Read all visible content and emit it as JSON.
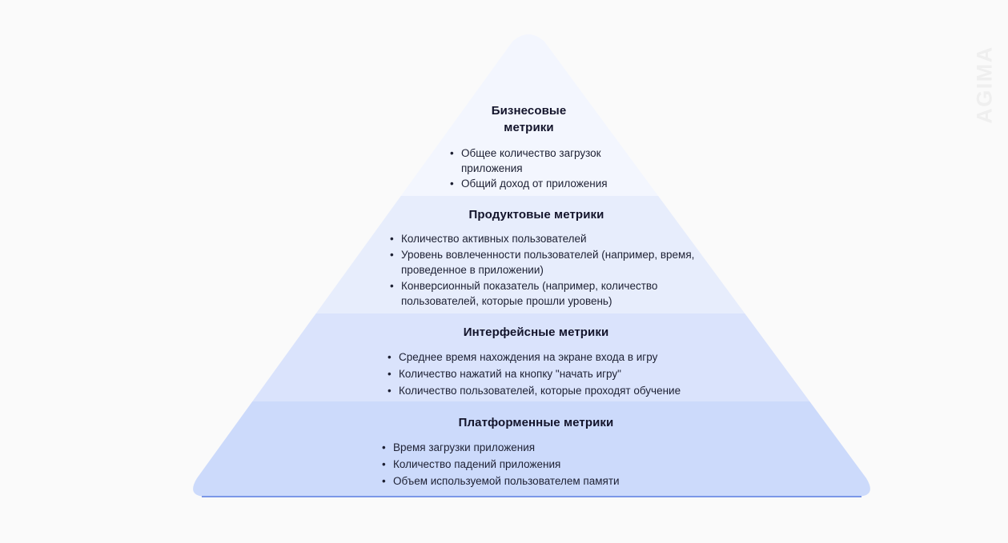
{
  "background_color": "#FAFAFA",
  "watermark": {
    "text": "AGIMA",
    "color": "#EFEFEF"
  },
  "diagram": {
    "type": "pyramid",
    "levels_count": 4,
    "base_stroke_color": "#7B97E8",
    "tiers": [
      {
        "id": "business",
        "title": "Бизнесовые\nметрики",
        "title_line_1": "Бизнесовые",
        "title_line_2": "метрики",
        "fill_color": "#F3F6FE",
        "items": [
          "Общее количество загрузок приложения",
          "Общий доход от приложения"
        ]
      },
      {
        "id": "product",
        "title": "Продуктовые метрики",
        "fill_color": "#E7EDFC",
        "items": [
          "Количество активных пользователей",
          "Уровень вовлеченности пользователей (например, время, проведенное в приложении)",
          "Конверсионный показатель (например, количество пользователей, которые прошли уровень)"
        ]
      },
      {
        "id": "interface",
        "title": "Интерфейсные метрики",
        "fill_color": "#DAE3FC",
        "items": [
          "Среднее время нахождения на экране входа в игру",
          "Количество нажатий на кнопку \"начать игру\"",
          "Количество пользователей, которые проходят обучение"
        ]
      },
      {
        "id": "platform",
        "title": "Платформенные метрики",
        "fill_color": "#CCDAFB",
        "items": [
          "Время загрузки приложения",
          "Количество падений приложения",
          "Объем используемой пользователем памяти"
        ]
      }
    ]
  }
}
